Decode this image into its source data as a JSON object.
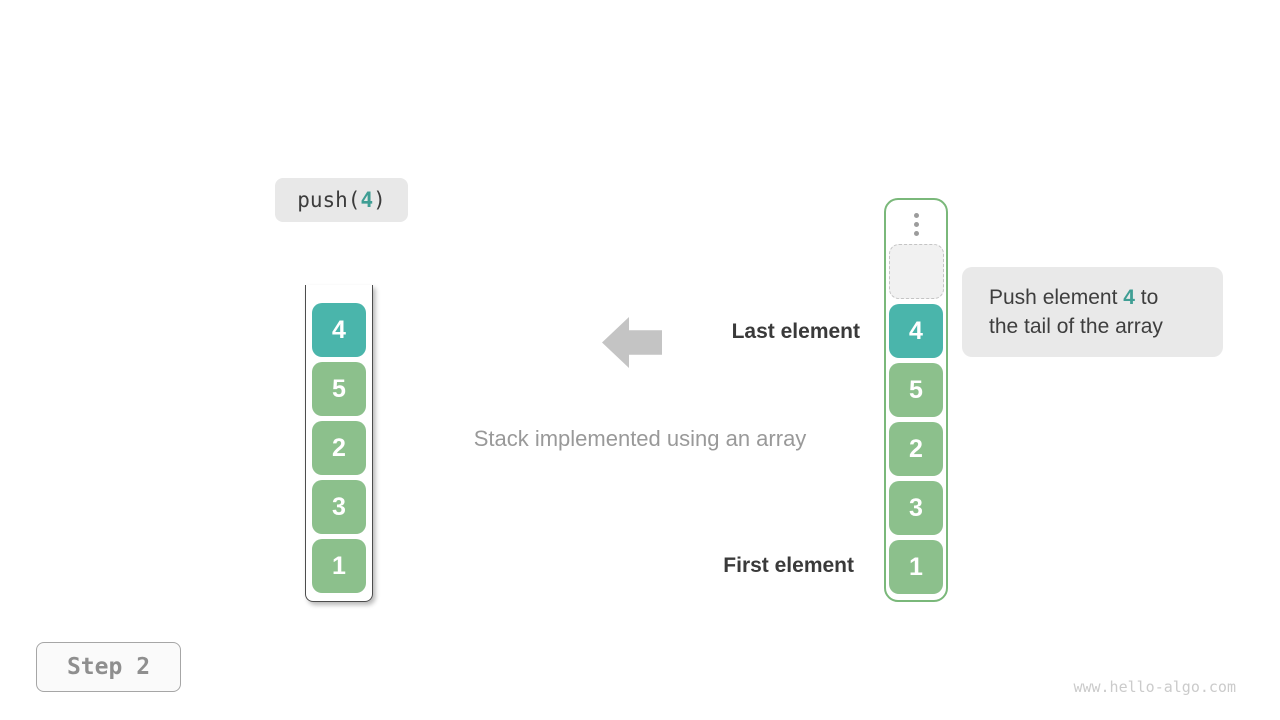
{
  "colors": {
    "teal_cell": "#4ab5ab",
    "green_cell": "#8cc08c",
    "teal_text": "#3f9e94",
    "green_border": "#7ab87a",
    "arrow_gray": "#c4c4c4"
  },
  "push_label": {
    "prefix": "push(",
    "arg": "4",
    "suffix": ")"
  },
  "left_stack": {
    "cells": [
      {
        "value": "4",
        "highlighted": true
      },
      {
        "value": "5",
        "highlighted": false
      },
      {
        "value": "2",
        "highlighted": false
      },
      {
        "value": "3",
        "highlighted": false
      },
      {
        "value": "1",
        "highlighted": false
      }
    ]
  },
  "right_stack": {
    "ellipsis_icon": "vertical-dots",
    "has_empty_dashed_slot": true,
    "cells": [
      {
        "value": "4",
        "highlighted": true
      },
      {
        "value": "5",
        "highlighted": false
      },
      {
        "value": "2",
        "highlighted": false
      },
      {
        "value": "3",
        "highlighted": false
      },
      {
        "value": "1",
        "highlighted": false
      }
    ]
  },
  "labels": {
    "last_element": "Last element",
    "first_element": "First element",
    "caption": "Stack implemented using an array"
  },
  "bubble": {
    "line1_prefix": "Push element ",
    "value": "4",
    "line1_suffix": " to",
    "line2": "the tail of the array"
  },
  "step_badge": "Step 2",
  "watermark": "www.hello-algo.com"
}
